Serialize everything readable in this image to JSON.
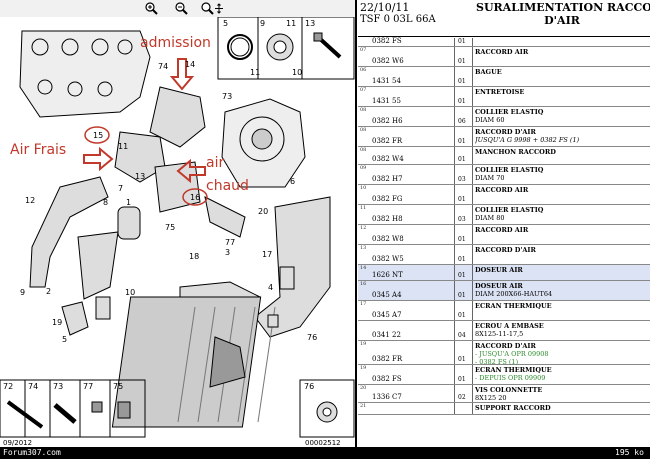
{
  "toolbar": {
    "buttons": [
      "zoom-in-icon",
      "zoom-out-icon",
      "zoom-move-icon"
    ]
  },
  "diagram": {
    "callouts": {
      "admission": "admission",
      "air_frais": "Air Frais",
      "air": "air",
      "chaud": "chaud"
    },
    "labels": [
      "74",
      "14",
      "73",
      "15",
      "11",
      "12",
      "8",
      "7",
      "1",
      "13",
      "16",
      "20",
      "6",
      "18",
      "77",
      "3",
      "17",
      "75",
      "4",
      "9",
      "2",
      "10",
      "19",
      "5",
      "76"
    ],
    "inset_top": [
      "5",
      "9",
      "11",
      "13",
      "11",
      "10"
    ],
    "inset_bottom": [
      "72",
      "74",
      "73",
      "77",
      "75"
    ],
    "inset_bottom_right": "76",
    "footer_left": "09/2012",
    "footer_right": "00002512",
    "colors": {
      "callout": "#c0392b"
    }
  },
  "parts_header": {
    "date": "22/10/11",
    "code": "TSF 0 03L 66A",
    "title_line1": "SURALIMENTATION RACCOI",
    "title_line2": "D'AIR"
  },
  "rows": [
    {
      "pos": "",
      "ref": "0382 FS",
      "qty": "01",
      "desc": [],
      "h": 9,
      "partial": true
    },
    {
      "pos": "07",
      "ref": "0382 W6",
      "qty": "01",
      "desc": [
        "RACCORD AIR"
      ],
      "h": 20
    },
    {
      "pos": "06",
      "ref": "1431 54",
      "qty": "01",
      "desc": [
        "BAGUE"
      ],
      "h": 20
    },
    {
      "pos": "07",
      "ref": "1431 55",
      "qty": "01",
      "desc": [
        "ENTRETOISE"
      ],
      "h": 20
    },
    {
      "pos": "08",
      "ref": "0382 H6",
      "qty": "06",
      "desc": [
        "COLLIER ELASTIQ",
        "DIAM 60"
      ],
      "h": 20
    },
    {
      "pos": "08",
      "ref": "0382 FR",
      "qty": "01",
      "desc": [
        "RACCORD D'AIR",
        "JUSQU'A G 9998 + 0382 FS (1)"
      ],
      "h": 20,
      "notes": [
        1
      ]
    },
    {
      "pos": "08",
      "ref": "0382 W4",
      "qty": "01",
      "desc": [
        "MANCHON RACCORD"
      ],
      "h": 18
    },
    {
      "pos": "09",
      "ref": "0382 H7",
      "qty": "03",
      "desc": [
        "COLLIER ELASTIQ",
        "DIAM 70"
      ],
      "h": 20
    },
    {
      "pos": "10",
      "ref": "0382 FG",
      "qty": "01",
      "desc": [
        "RACCORD AIR"
      ],
      "h": 20
    },
    {
      "pos": "11",
      "ref": "0382 H8",
      "qty": "03",
      "desc": [
        "COLLIER ELASTIQ",
        "DIAM 80"
      ],
      "h": 20
    },
    {
      "pos": "12",
      "ref": "0382 W8",
      "qty": "01",
      "desc": [
        "RACCORD AIR"
      ],
      "h": 20
    },
    {
      "pos": "13",
      "ref": "0382 W5",
      "qty": "01",
      "desc": [
        "RACCORD D'AIR"
      ],
      "h": 20
    },
    {
      "pos": "14",
      "ref": "1626 NT",
      "qty": "01",
      "desc": [
        "DOSEUR AIR"
      ],
      "h": 16,
      "hl": true
    },
    {
      "pos": "16",
      "ref": "0345 A4",
      "qty": "01",
      "desc": [
        "DOSEUR AIR",
        "DIAM 200X66-HAUT64"
      ],
      "h": 20,
      "hl": true
    },
    {
      "pos": "17",
      "ref": "0345 A7",
      "qty": "01",
      "desc": [
        "ECRAN THERMIQUE"
      ],
      "h": 20
    },
    {
      "pos": "",
      "ref": "0341 22",
      "qty": "04",
      "desc": [
        "ECROU A EMBASE",
        "8X125-11-17,5"
      ],
      "h": 20
    },
    {
      "pos": "19",
      "ref": "0382 FR",
      "qty": "01",
      "desc": [
        "RACCORD D'AIR",
        "- JUSQU'A OPR 09908",
        "- 0382 FS (1)"
      ],
      "h": 24,
      "green": [
        1,
        2
      ]
    },
    {
      "pos": "19",
      "ref": "0382 FS",
      "qty": "01",
      "desc": [
        "ECRAN THERMIQUE",
        "- DEPUIS OPR 09909"
      ],
      "h": 20,
      "green": [
        1
      ]
    },
    {
      "pos": "20",
      "ref": "1336 C7",
      "qty": "02",
      "desc": [
        "VIS COLONNETTE",
        "8X125 20"
      ],
      "h": 18
    },
    {
      "pos": "21",
      "ref": "",
      "qty": "",
      "desc": [
        "SUPPORT RACCORD"
      ],
      "h": 12,
      "partial": true
    }
  ],
  "status": {
    "left": "Forum307.com",
    "right": "195 ko"
  }
}
